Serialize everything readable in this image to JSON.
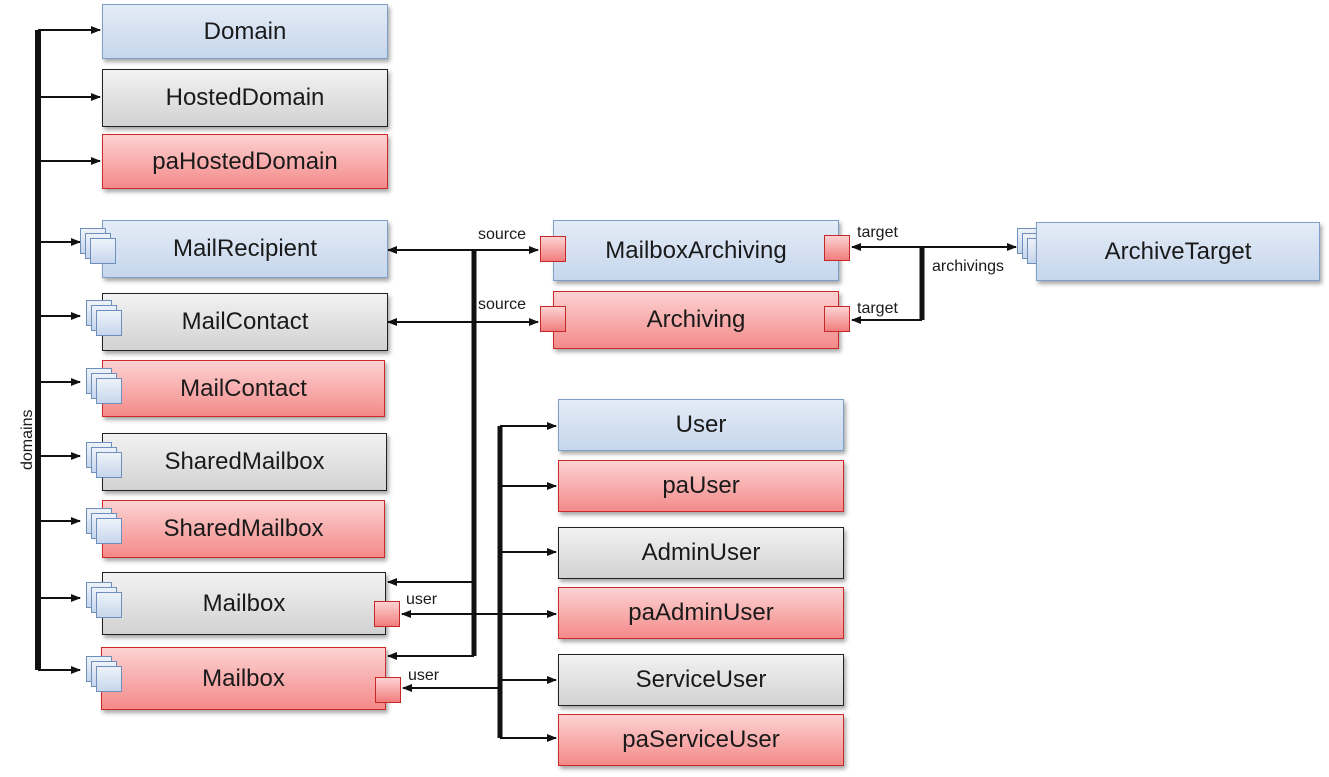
{
  "domain_types": [
    {
      "label": "Domain",
      "style": "blue"
    },
    {
      "label": "HostedDomain",
      "style": "gray"
    },
    {
      "label": "paHostedDomain",
      "style": "red"
    }
  ],
  "recipients": [
    {
      "label": "MailRecipient",
      "style": "blue"
    },
    {
      "label": "MailContact",
      "style": "gray"
    },
    {
      "label": "MailContact",
      "style": "red"
    },
    {
      "label": "SharedMailbox",
      "style": "gray"
    },
    {
      "label": "SharedMailbox",
      "style": "red"
    },
    {
      "label": "Mailbox",
      "style": "gray"
    },
    {
      "label": "Mailbox",
      "style": "red"
    }
  ],
  "archiving": [
    {
      "label": "MailboxArchiving",
      "style": "blue"
    },
    {
      "label": "Archiving",
      "style": "red"
    }
  ],
  "archive_target": {
    "label": "ArchiveTarget",
    "style": "blue"
  },
  "users": [
    {
      "label": "User",
      "style": "blue"
    },
    {
      "label": "paUser",
      "style": "red"
    },
    {
      "label": "AdminUser",
      "style": "gray"
    },
    {
      "label": "paAdminUser",
      "style": "red"
    },
    {
      "label": "ServiceUser",
      "style": "gray"
    },
    {
      "label": "paServiceUser",
      "style": "red"
    }
  ],
  "edge_labels": {
    "domains": "domains",
    "source_1": "source",
    "source_2": "source",
    "target_1": "target",
    "target_2": "target",
    "archivings": "archivings",
    "user_1": "user",
    "user_2": "user"
  }
}
